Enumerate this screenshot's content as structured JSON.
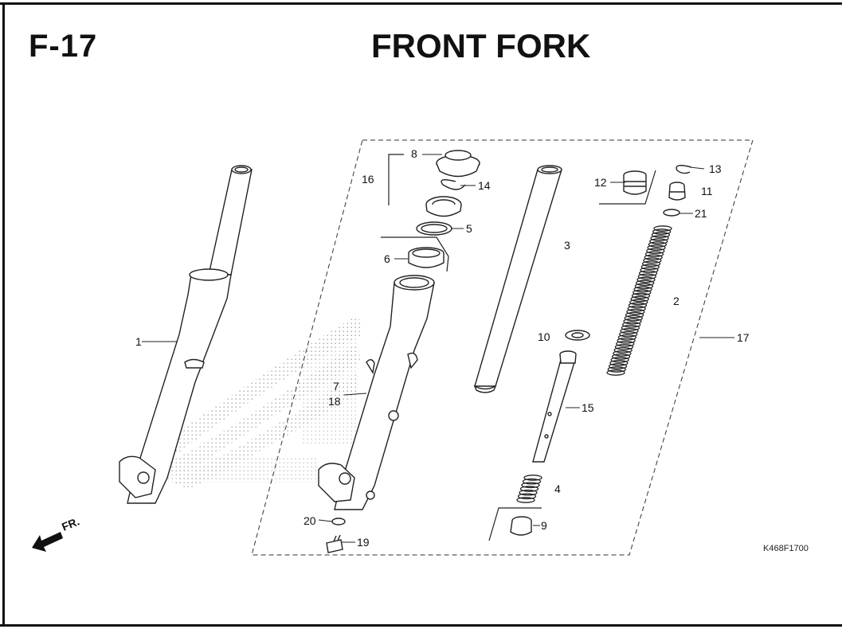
{
  "header": {
    "page_code": "F-17",
    "title": "FRONT FORK"
  },
  "drawing_code": "K468F1700",
  "direction_marker": "FR.",
  "callouts": [
    "1",
    "2",
    "3",
    "4",
    "5",
    "6",
    "7",
    "8",
    "9",
    "10",
    "11",
    "12",
    "13",
    "14",
    "15",
    "16",
    "17",
    "18",
    "19",
    "20",
    "21"
  ]
}
